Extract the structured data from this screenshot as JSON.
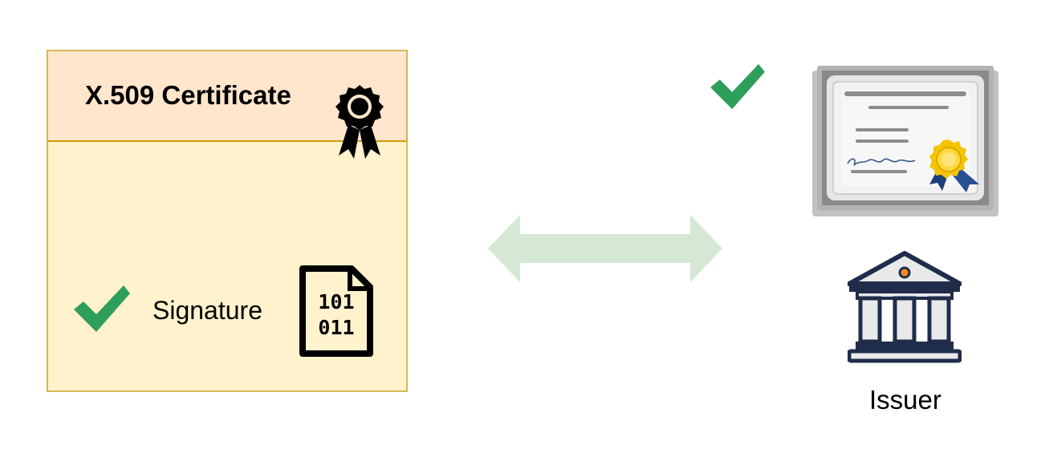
{
  "certificate": {
    "title": "X.509 Certificate",
    "signature_label": "Signature",
    "binary_line_1": "101",
    "binary_line_2": "011"
  },
  "issuer": {
    "label": "Issuer"
  },
  "icons": {
    "header_badge": "award-ribbon-icon",
    "signature_check": "checkmark-icon",
    "signature_file": "binary-file-icon",
    "issuer_check": "checkmark-icon",
    "issuer_certificate": "certificate-document-icon",
    "issuer_building": "bank-building-icon",
    "link": "double-arrow-icon"
  },
  "colors": {
    "box_fill": "#fff2cc",
    "box_border": "#d6b656",
    "header_fill": "#ffe6cc",
    "header_border": "#d79b00",
    "check_green": "#2e9e5b",
    "arrow_green": "#d5e8d4",
    "building_navy": "#1f2d4b"
  }
}
